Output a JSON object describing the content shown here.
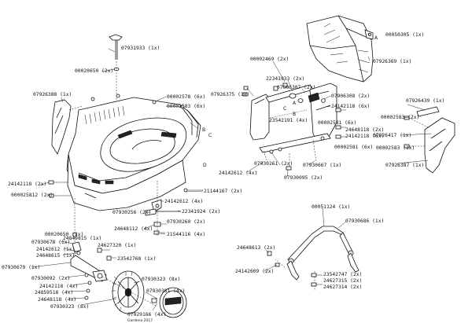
{
  "labels": {
    "l01": "07931933 (1x)",
    "l02": "00020650 (2x)",
    "l03": "07926388 (1x)",
    "l04": "00002578 (6x)",
    "l05": "00002583 (6x)",
    "l06": "24142118 (2x)",
    "l07": "000025812 (2x)",
    "l08": "21144167 (2x)",
    "l09": "24142612 (4x)",
    "l10": "07930256 (2x)",
    "l11": "22341924 (2x)",
    "l12": "24648112 (4x)",
    "l13": "07930260 (2x)",
    "l14": "21544116 (4x)",
    "l15": "00020650 (2x)",
    "l16": "24849815 (1x)",
    "l17": "07930678 (1x)",
    "l18": "24142612 (1x)",
    "l19": "24648615 (1x)",
    "l20": "24627320 (1x)",
    "l21": "23542768 (1x)",
    "l22": "07930679 (1x)",
    "l23": "07930092 (2x)",
    "l24": "24142118 (4x)",
    "l25": "24859518 (4x)",
    "l26": "24648118 (4x)",
    "l27": "07930323 (8x)",
    "l28": "07930323 (8x)",
    "l29": "07930381 (4x)",
    "l30": "07929166 (4x)",
    "l31": "00050305 (1x)",
    "l32": "07926369 (1x)",
    "l33": "00002469 (2x)",
    "l34": "22341933 (2x)",
    "l35": "07906307 (2x)",
    "l36": "07926375 (1x)",
    "l37": "07906308 (2x)",
    "l38": "24142118 (6x)",
    "l39": "23542191 (4x)",
    "l40": "00002581 (6x)",
    "l41": "24648118 (2x)",
    "l42": "24142118 (6x)",
    "l43": "00002581 (6x)",
    "l44": "07926439 (1x)",
    "l45": "00002583 (2x)",
    "l46": "07926417 (1x)",
    "l47": "00002583 (1x)",
    "l48": "07926387 (1x)",
    "l49": "07930261 (2x)",
    "l50": "07930667 (1x)",
    "l51": "24142612 (4x)",
    "l52": "07930095 (2x)",
    "l53": "00051124 (1x)",
    "l54": "07930686 (1x)",
    "l55": "24648613 (2x)",
    "l56": "24142609 (2x)",
    "l57": "23542747 (2x)",
    "l58": "24627315 (2x)",
    "l59": "24627314 (2x)"
  },
  "letters": {
    "a": "A",
    "b": "B",
    "c": "C",
    "d": "D",
    "a2": "A",
    "cs": "C",
    "b2": "B"
  },
  "credit": "Gardena 2017"
}
